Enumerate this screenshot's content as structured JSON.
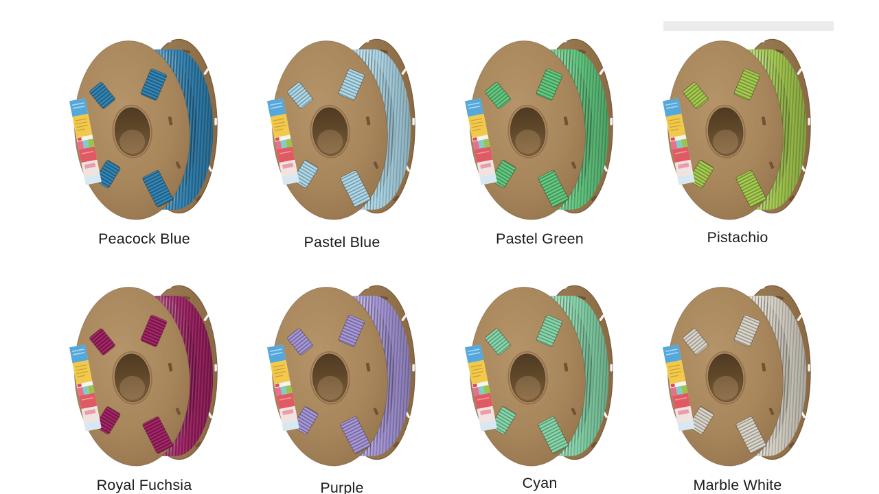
{
  "page": {
    "background": "#ffffff",
    "description": "Grid of eight 3D printer filament spools on cardboard reels with color name captions"
  },
  "decor": {
    "top_right_band_color": "#ececec"
  },
  "palette": {
    "cardboard_front": "#a8865c",
    "cardboard_front_light": "#b6946a",
    "cardboard_front_dark": "#8e6d47",
    "cardboard_back": "#a08057",
    "cardboard_back_dark": "#8a6a44",
    "hub_shadow": "#4f3a22",
    "vent_slot_dark": "#6b4e2f",
    "rim_slot_white": "#ffffff",
    "label_text": "#1a1a1a",
    "sticker_colors": [
      "#54a8dc",
      "#f2c94a",
      "#e86f8e",
      "#7fcfc7",
      "#9bc34e",
      "#e05a64"
    ]
  },
  "spools": [
    {
      "label": "Peacock Blue",
      "color": "#2b7fb0",
      "color_dark": "#1f6490"
    },
    {
      "label": "Pastel Blue",
      "color": "#abd7e8",
      "color_dark": "#8cc2d9"
    },
    {
      "label": "Pastel Green",
      "color": "#5dc77c",
      "color_dark": "#44ad63"
    },
    {
      "label": "Pistachio",
      "color": "#a2c94a",
      "color_dark": "#87b034"
    },
    {
      "label": "Royal Fuchsia",
      "color": "#9d1d60",
      "color_dark": "#7c1049"
    },
    {
      "label": "Purple",
      "color": "#a292d6",
      "color_dark": "#8877c0"
    },
    {
      "label": "Cyan",
      "color": "#82d5a8",
      "color_dark": "#65bd8e"
    },
    {
      "label": "Marble White",
      "color": "#d9d4c8",
      "color_dark": "#bdb7a8"
    }
  ]
}
